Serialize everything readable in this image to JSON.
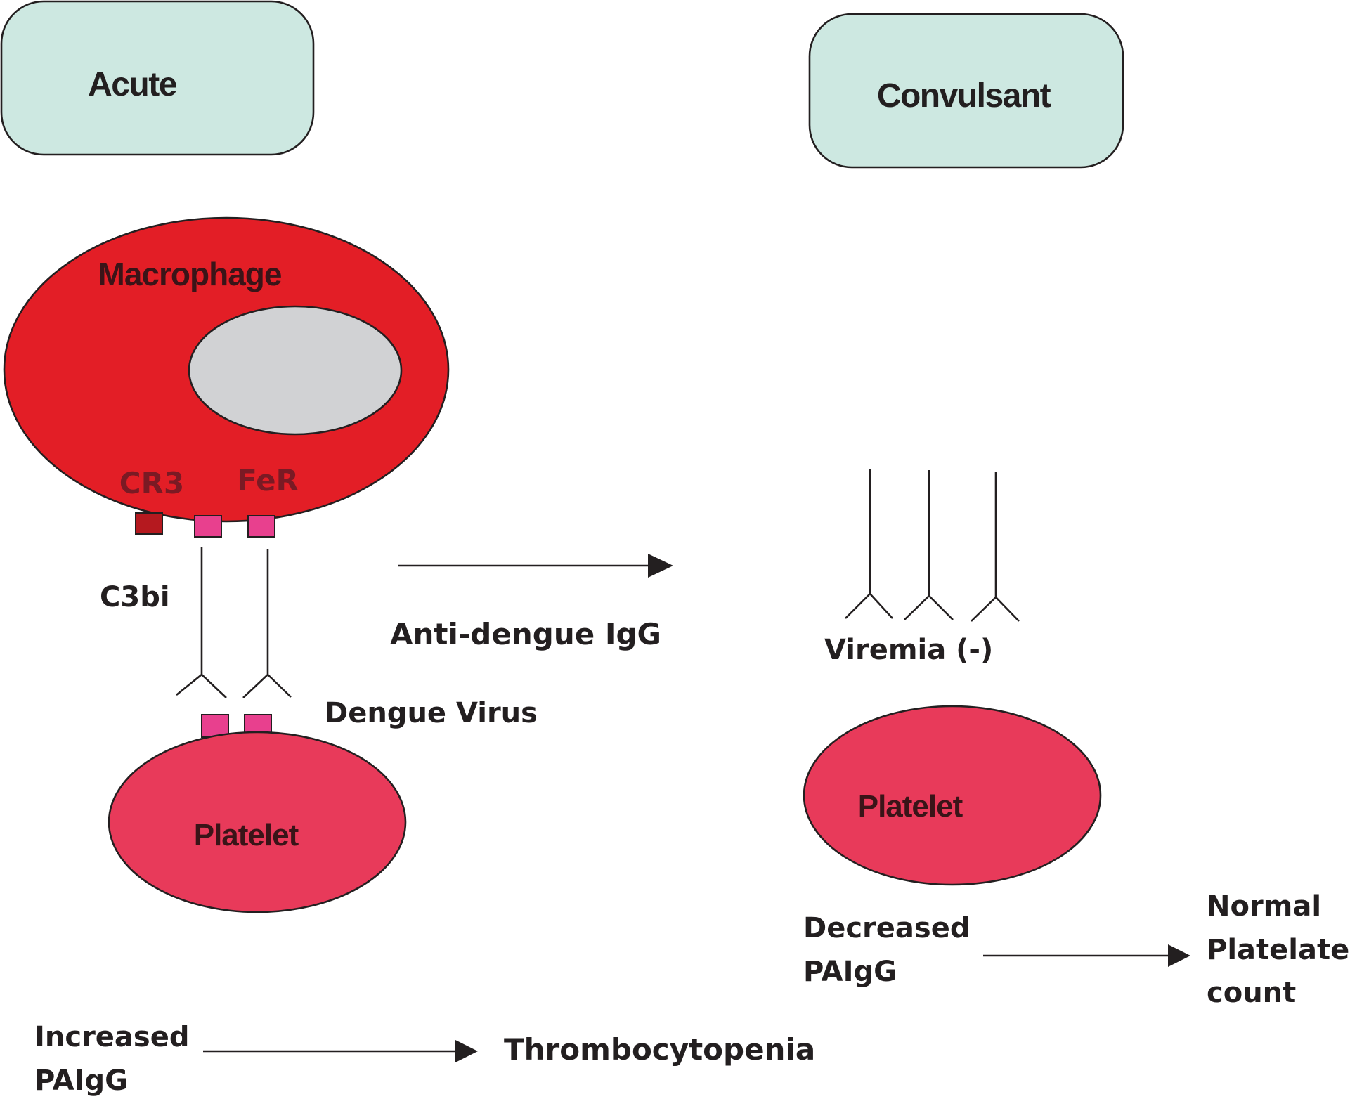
{
  "phases": {
    "acute": "Acute",
    "convalescent": "Convulsant"
  },
  "acute": {
    "macrophage_label": "Macrophage",
    "receptor_cr3": "CR3",
    "receptor_fcr": "FeR",
    "complement_label": "C3bi",
    "virus_label": "Dengue Virus",
    "platelet_label": "Platelet",
    "outcome_cause_line1": "Increased",
    "outcome_cause_line2": "PAIgG",
    "outcome_result": "Thrombocytopenia"
  },
  "transition_label": "Anti-dengue IgG",
  "convalescent": {
    "viremia_label": "Viremia (-)",
    "platelet_label": "Platelet",
    "outcome_cause_line1": "Decreased",
    "outcome_cause_line2": "PAIgG",
    "outcome_result_line1": "Normal",
    "outcome_result_line2": "Platelate",
    "outcome_result_line3": "count"
  },
  "colors": {
    "phase_box_fill": "#cde8e1",
    "macrophage_fill": "#e31e26",
    "nucleus_fill": "#d1d2d4",
    "platelet_fill": "#e83a5a",
    "cr3_receptor": "#b5191f",
    "fc_receptor": "#e8408e"
  }
}
